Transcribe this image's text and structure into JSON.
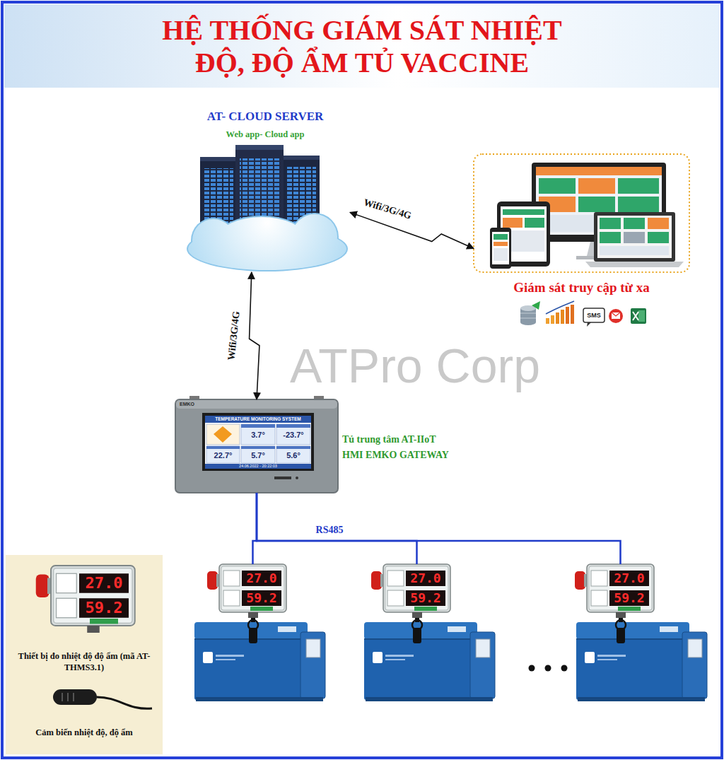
{
  "diagram": {
    "title": "HỆ THỐNG GIÁM SÁT NHIỆT ĐỘ, ĐỘ ẨM TỦ VACCINE",
    "nodes": [
      {
        "text": [
          "AT- CLOUD SERVER",
          "Web app- Cloud app"
        ]
      },
      {
        "text": [
          "Giám sát truy cập từ xa"
        ]
      },
      {
        "text": [
          "Tủ trung tâm AT-IIoT HMI EMKO GATEWAY"
        ]
      },
      {
        "text": [
          "27.0",
          "59.2"
        ]
      },
      {
        "text": [
          "27.0",
          "59.2"
        ]
      },
      {
        "text": [
          "27.0",
          "59.2"
        ]
      },
      {
        "text": [
          "Thiết bị đo nhiệt độ độ ẩm (mã AT-THMS3.1)",
          "Cảm biến nhiệt độ, độ ẩm"
        ]
      },
      {
        "text": [
          "27.0",
          "59.2"
        ],
        "in": 6
      }
    ],
    "edges": [
      {
        "from": 0,
        "to": 1,
        "label": "Wifi/3G/4G",
        "arrow": "both"
      },
      {
        "from": 2,
        "to": 0,
        "label": "Wifi/3G/4G",
        "arrow": "both"
      },
      {
        "from": 2,
        "to": 3,
        "arrow": "none"
      },
      {
        "from": 2,
        "to": 4,
        "label": "RS485",
        "arrow": "none"
      },
      {
        "from": 2,
        "to": 5,
        "arrow": "none"
      }
    ],
    "labels": [
      "ATPro Corp",
      "SMS",
      "EMKO",
      "TEMPERATURE MONITORING SYSTEM",
      "3.7°",
      "-23.7°",
      "22.7°",
      "5.7°",
      "5.6°",
      "24.06.2022 - 20:22:03"
    ]
  }
}
